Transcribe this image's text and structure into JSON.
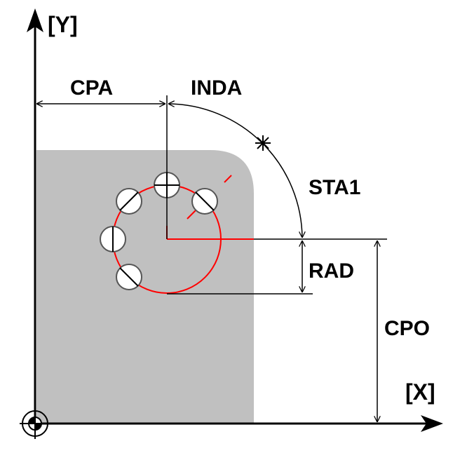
{
  "labels": {
    "y_axis": "[Y]",
    "x_axis": "[X]",
    "cpa": "CPA",
    "inda": "INDA",
    "sta1": "STA1",
    "rad": "RAD",
    "cpo": "CPO"
  },
  "colors": {
    "workpiece": "#c0c0c0",
    "circle": "#ff0000",
    "hole_fill": "#ffffff",
    "line": "#000000"
  },
  "icons": [
    "origin-marker-icon",
    "star-marker-icon"
  ]
}
